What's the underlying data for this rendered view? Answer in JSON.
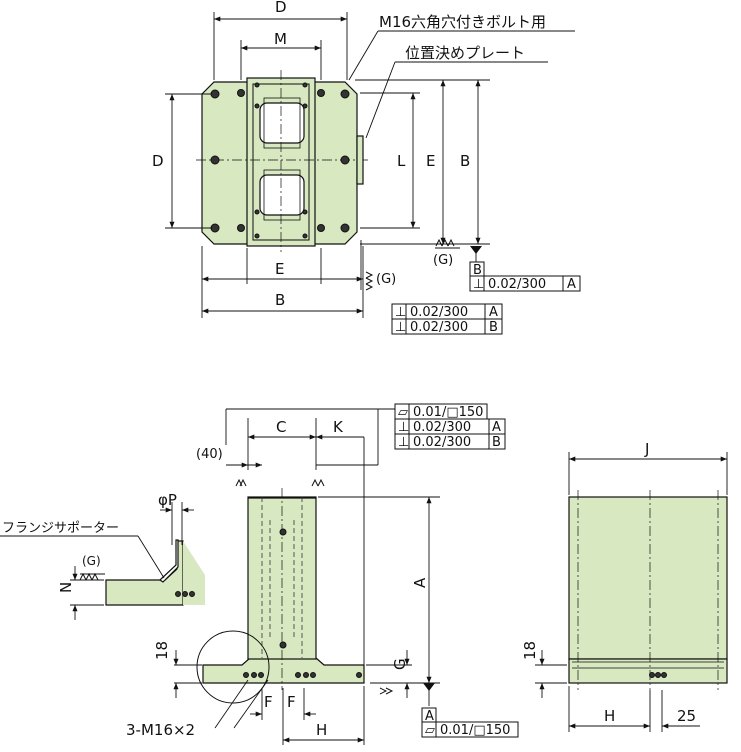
{
  "top_view": {
    "dim_D_top": "D",
    "dim_M": "M",
    "dim_D_left": "D",
    "dim_L": "L",
    "dim_E_right": "E",
    "dim_B_right": "B",
    "dim_E_bottom": "E",
    "dim_B_bottom": "B",
    "callout_bolt": "M16六角穴付きボルト用",
    "callout_plate": "位置決めプレート",
    "surface_G_right": "(G)",
    "surface_G_bottom": "(G)",
    "datum_B": "B",
    "tol_perp_B": {
      "symbol": "⊥",
      "value": "0.02/300",
      "datum": "A"
    },
    "tol_perp_side": [
      {
        "symbol": "⊥",
        "value": "0.02/300",
        "datum": "A"
      },
      {
        "symbol": "⊥",
        "value": "0.02/300",
        "datum": "B"
      }
    ]
  },
  "front_view": {
    "dim_C": "C",
    "dim_K": "K",
    "dim_40": "(40)",
    "dim_phiP": "φP",
    "label_flange": "フランジサポーター",
    "surface_G_flange": "(G)",
    "dim_N": "N",
    "dim_18": "18",
    "dim_A": "A",
    "dim_G": "G",
    "dim_F1": "F",
    "dim_F2": "F",
    "dim_H": "H",
    "bolt_label": "3-M16×2",
    "datum_A": "A",
    "tol_flat_bottom": {
      "symbol": "⏥",
      "value": "0.01/□150"
    },
    "tol_top": [
      {
        "symbol": "⏥",
        "value": "0.01/□150",
        "datum": ""
      },
      {
        "symbol": "⊥",
        "value": "0.02/300",
        "datum": "A"
      },
      {
        "symbol": "⊥",
        "value": "0.02/300",
        "datum": "B"
      }
    ]
  },
  "side_view": {
    "dim_J": "J",
    "dim_18": "18",
    "dim_H": "H",
    "dim_25": "25"
  },
  "colors": {
    "fill": "#d8e8c0",
    "line": "#111111",
    "hidden": "#333333"
  }
}
